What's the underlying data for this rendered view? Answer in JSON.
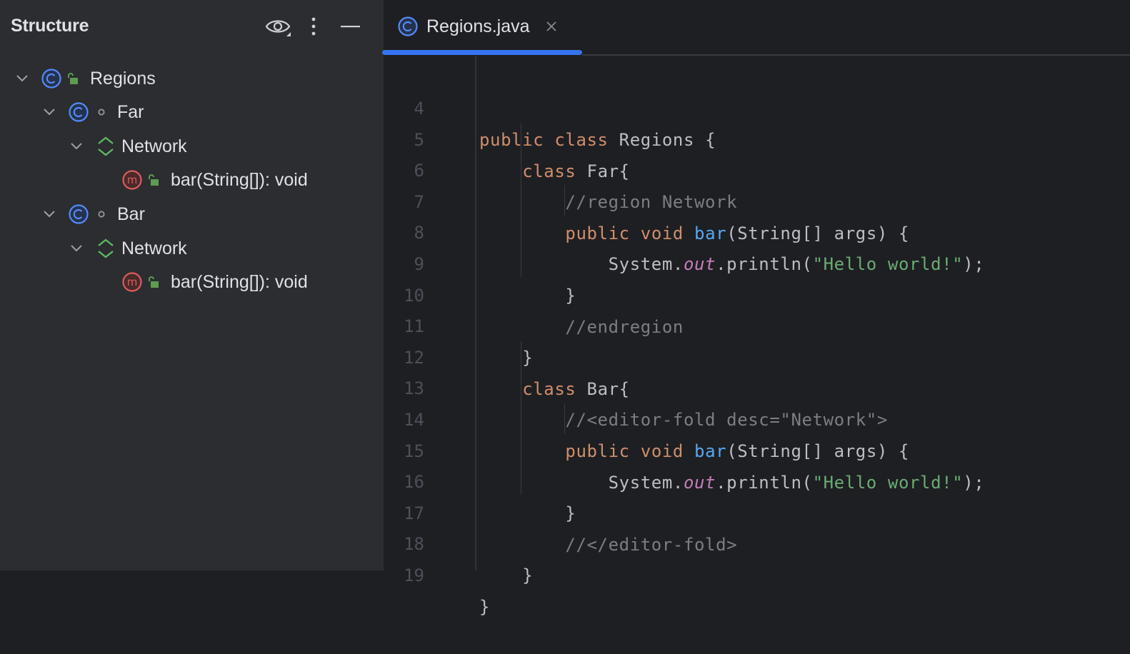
{
  "structure_panel": {
    "title": "Structure",
    "header_icons": [
      "eye-icon",
      "more-vertical-icon",
      "minimize-icon"
    ],
    "tree": [
      {
        "label": "Regions",
        "kind": "class",
        "visibility": "public",
        "depth": 0,
        "expanded": true
      },
      {
        "label": "Far",
        "kind": "class",
        "visibility": "package-private",
        "depth": 1,
        "expanded": true
      },
      {
        "label": "Network",
        "kind": "region",
        "depth": 2,
        "expanded": true
      },
      {
        "label": "bar(String[]): void",
        "kind": "method",
        "visibility": "public",
        "depth": 3
      },
      {
        "label": "Bar",
        "kind": "class",
        "visibility": "package-private",
        "depth": 1,
        "expanded": true
      },
      {
        "label": "Network",
        "kind": "region",
        "depth": 2,
        "expanded": true
      },
      {
        "label": "bar(String[]): void",
        "kind": "method",
        "visibility": "public",
        "depth": 3
      }
    ]
  },
  "editor": {
    "tab": {
      "label": "Regions.java",
      "icon": "class-icon",
      "active": true
    },
    "lines": [
      {
        "n": "4",
        "text": "public class Regions {"
      },
      {
        "n": "5",
        "text": "    class Far{"
      },
      {
        "n": "6",
        "text": "        //region Network"
      },
      {
        "n": "7",
        "text": "        public void bar(String[] args) {"
      },
      {
        "n": "8",
        "text": "            System.out.println(\"Hello world!\");"
      },
      {
        "n": "9",
        "text": "        }"
      },
      {
        "n": "10",
        "text": "        //endregion"
      },
      {
        "n": "11",
        "text": "    }"
      },
      {
        "n": "12",
        "text": "    class Bar{"
      },
      {
        "n": "13",
        "text": "        //<editor-fold desc=\"Network\">"
      },
      {
        "n": "14",
        "text": "        public void bar(String[] args) {"
      },
      {
        "n": "15",
        "text": "            System.out.println(\"Hello world!\");"
      },
      {
        "n": "16",
        "text": "        }"
      },
      {
        "n": "17",
        "text": "        //</editor-fold>"
      },
      {
        "n": "18",
        "text": "    }"
      },
      {
        "n": "19",
        "text": "}"
      }
    ],
    "tokens": {
      "l4": {
        "kw1": "public",
        "kw2": "class",
        "rest": "Regions {"
      },
      "l5": {
        "kw": "class",
        "rest": "Far{"
      },
      "l6": {
        "cmt": "//region Network"
      },
      "l7": {
        "kw1": "public",
        "kw2": "void",
        "fn": "bar",
        "rest": "(String[] args) {"
      },
      "l8": {
        "a": "System.",
        "fld": "out",
        "b": ".println(",
        "str": "\"Hello world!\"",
        "c": ");"
      },
      "l9": {
        "rest": "}"
      },
      "l10": {
        "cmt": "//endregion"
      },
      "l11": {
        "rest": "}"
      },
      "l12": {
        "kw": "class",
        "rest": "Bar{"
      },
      "l13": {
        "cmt": "//<editor-fold desc=\"Network\">"
      },
      "l14": {
        "kw1": "public",
        "kw2": "void",
        "fn": "bar",
        "rest": "(String[] args) {"
      },
      "l15": {
        "a": "System.",
        "fld": "out",
        "b": ".println(",
        "str": "\"Hello world!\"",
        "c": ");"
      },
      "l16": {
        "rest": "}"
      },
      "l17": {
        "cmt": "//</editor-fold>"
      },
      "l18": {
        "rest": "}"
      },
      "l19": {
        "rest": "}"
      }
    }
  },
  "colors": {
    "panel_bg": "#2b2d30",
    "editor_bg": "#1e1f22",
    "accent": "#3574f0",
    "keyword": "#cf8e6d",
    "function": "#56a8f5",
    "string": "#6aab73",
    "static_field": "#c77dbb",
    "comment": "#7a7e85",
    "text": "#bcbec4",
    "line_number": "#4b5059",
    "class_icon": "#548af7",
    "method_icon": "#db5c5c",
    "region_icon": "#5fb865",
    "lock_icon": "#5e9c4f"
  }
}
